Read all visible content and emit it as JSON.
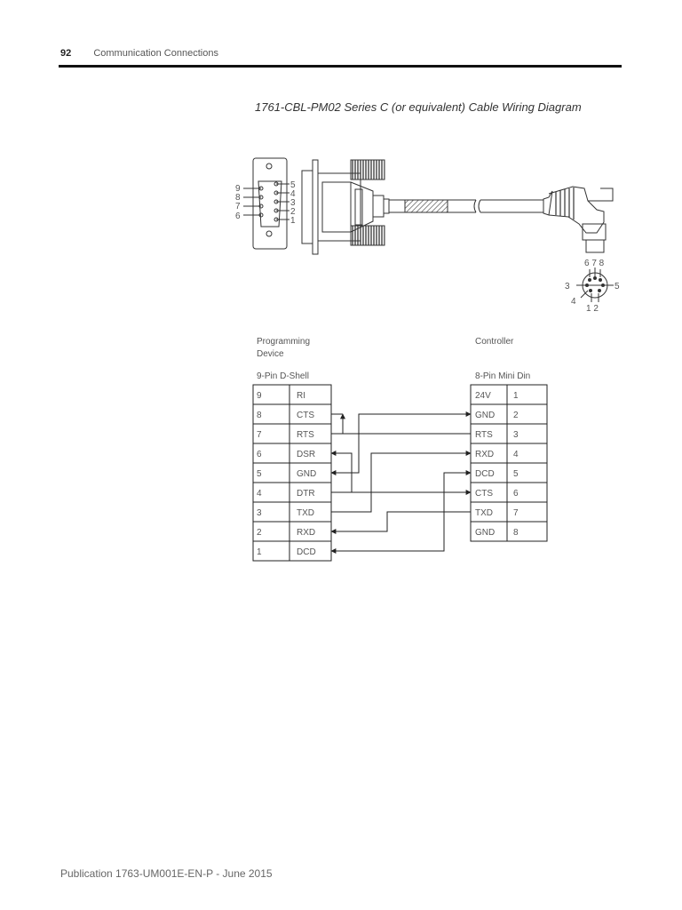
{
  "header": {
    "page_number": "92",
    "section": "Communication Connections"
  },
  "title": "1761-CBL-PM02 Series C (or equivalent) Cable Wiring Diagram",
  "connector": {
    "dshell_left_pins": [
      "9",
      "8",
      "7",
      "6"
    ],
    "dshell_right_pins": [
      "5",
      "4",
      "3",
      "2",
      "1"
    ],
    "mini_din_pins": {
      "top": "6 7 8",
      "left": "3",
      "right": "5",
      "bottom_left": "4",
      "bottom": "1  2"
    }
  },
  "left_table": {
    "heading_line1": "Programming",
    "heading_line2": "Device",
    "subheading": "9-Pin D-Shell",
    "rows": [
      {
        "pin": "9",
        "signal": "RI"
      },
      {
        "pin": "8",
        "signal": "CTS"
      },
      {
        "pin": "7",
        "signal": "RTS"
      },
      {
        "pin": "6",
        "signal": "DSR"
      },
      {
        "pin": "5",
        "signal": "GND"
      },
      {
        "pin": "4",
        "signal": "DTR"
      },
      {
        "pin": "3",
        "signal": "TXD"
      },
      {
        "pin": "2",
        "signal": "RXD"
      },
      {
        "pin": "1",
        "signal": "DCD"
      }
    ]
  },
  "right_table": {
    "heading": "Controller",
    "subheading": "8-Pin Mini Din",
    "rows": [
      {
        "signal": "24V",
        "pin": "1"
      },
      {
        "signal": "GND",
        "pin": "2"
      },
      {
        "signal": "RTS",
        "pin": "3"
      },
      {
        "signal": "RXD",
        "pin": "4"
      },
      {
        "signal": "DCD",
        "pin": "5"
      },
      {
        "signal": "CTS",
        "pin": "6"
      },
      {
        "signal": "TXD",
        "pin": "7"
      },
      {
        "signal": "GND",
        "pin": "8"
      }
    ]
  },
  "footer": "Publication 1763-UM001E-EN-P - June 2015"
}
